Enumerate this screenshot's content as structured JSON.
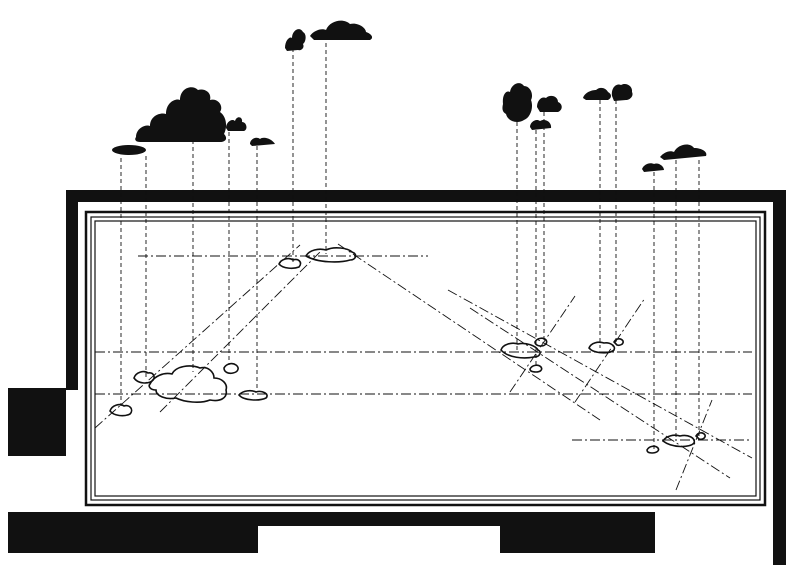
{
  "colors": {
    "ink": "#111111",
    "background": "#ffffff"
  },
  "diagram": {
    "style": "architectural-section",
    "elements": [
      "roof-slab",
      "right-wall",
      "left-wall-stub",
      "left-block",
      "floor-slab",
      "window-frame",
      "sky-clouds",
      "reflected-clouds",
      "projection-lines",
      "reflection-axes"
    ]
  }
}
